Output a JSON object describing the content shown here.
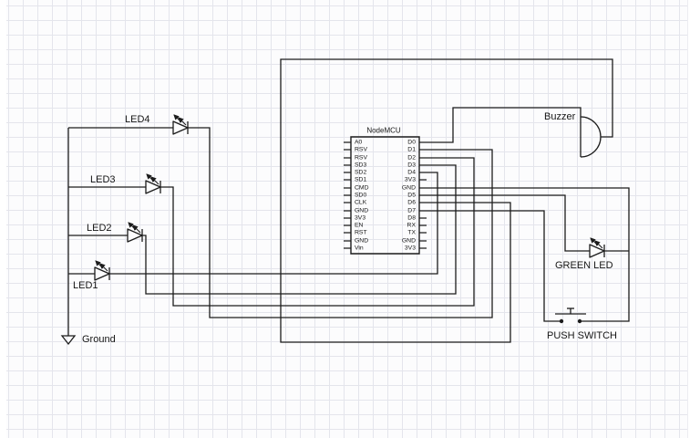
{
  "app": {
    "colors": {
      "paper": "#fcfcfd",
      "grid": "#e4e5ec",
      "wire": "#1c1c1c"
    }
  },
  "chip": {
    "title": "NodeMCU",
    "left_pins": [
      "A0",
      "RSV",
      "RSV",
      "SD3",
      "SD2",
      "SD1",
      "CMD",
      "SD0",
      "CLK",
      "GND",
      "3V3",
      "EN",
      "RST",
      "GND",
      "Vin"
    ],
    "right_pins": [
      "D0",
      "D1",
      "D2",
      "D3",
      "D4",
      "3V3",
      "GND",
      "D5",
      "D6",
      "D7",
      "D8",
      "RX",
      "TX",
      "GND",
      "3V3"
    ]
  },
  "labels": {
    "led1": "LED1",
    "led2": "LED2",
    "led3": "LED3",
    "led4": "LED4",
    "ground": "Ground",
    "buzzer": "Buzzer",
    "green_led": "GREEN LED",
    "push_switch": "PUSH SWITCH"
  }
}
